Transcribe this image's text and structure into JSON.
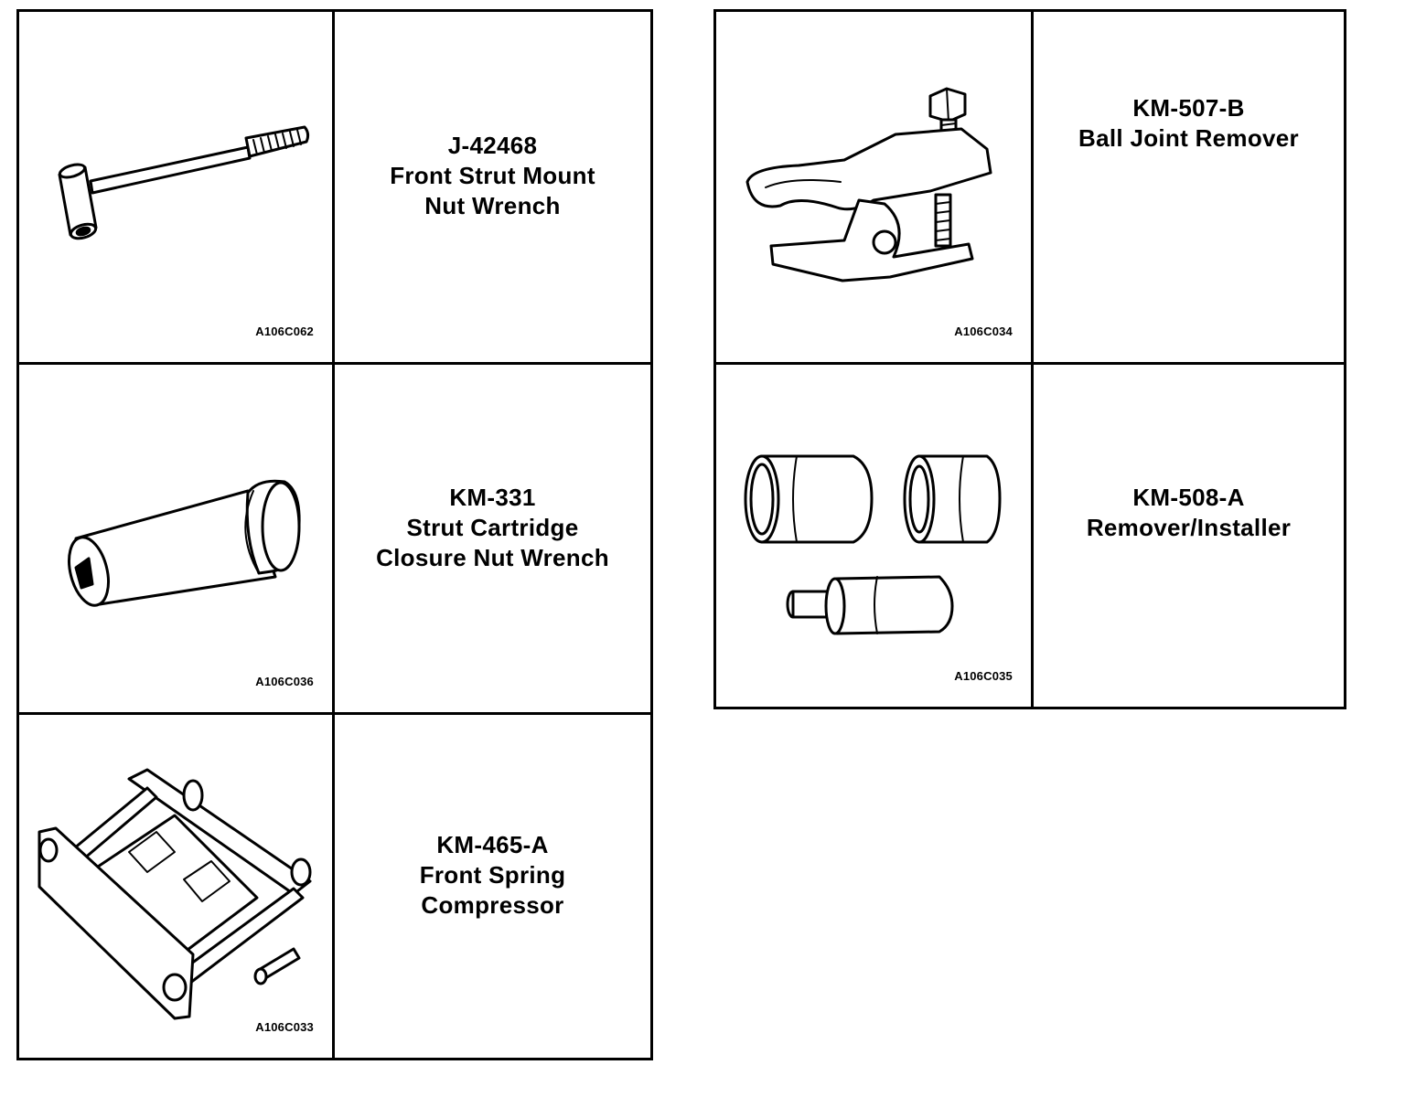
{
  "tools": [
    {
      "id": "r1",
      "figure_code": "A106C062",
      "lines": [
        "J-42468",
        "Front Strut Mount",
        "Nut Wrench"
      ],
      "icon": "t-handle-wrench-icon"
    },
    {
      "id": "r2",
      "figure_code": "A106C036",
      "lines": [
        "KM-331",
        "Strut Cartridge",
        "Closure Nut Wrench"
      ],
      "icon": "socket-wrench-icon"
    },
    {
      "id": "r3",
      "figure_code": "A106C033",
      "lines": [
        "KM-465-A",
        "Front Spring",
        "Compressor"
      ],
      "icon": "spring-compressor-icon"
    },
    {
      "id": "r4",
      "figure_code": "A106C034",
      "lines": [
        "KM-507-B",
        "Ball Joint Remover"
      ],
      "icon": "ball-joint-remover-icon"
    },
    {
      "id": "r5",
      "figure_code": "A106C035",
      "lines": [
        "KM-508-A",
        "Remover/Installer"
      ],
      "icon": "remover-installer-icon"
    }
  ]
}
